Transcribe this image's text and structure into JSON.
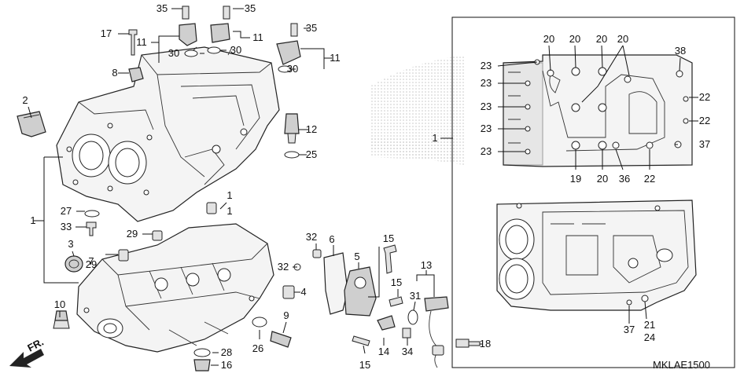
{
  "diagram": {
    "figure_code": "MKLAE1500",
    "direction_label": "FR.",
    "callouts": [
      "35",
      "35",
      "17",
      "11",
      "11",
      "30",
      "30",
      "35",
      "11",
      "30",
      "8",
      "2",
      "12",
      "25",
      "1",
      "27",
      "33",
      "1",
      "29",
      "3",
      "7",
      "1",
      "29",
      "32",
      "32",
      "6",
      "5",
      "15",
      "15",
      "13",
      "4",
      "31",
      "10",
      "9",
      "26",
      "28",
      "16",
      "14",
      "34",
      "15",
      "18",
      "20",
      "20",
      "20",
      "20",
      "23",
      "38",
      "23",
      "23",
      "22",
      "23",
      "22",
      "1",
      "23",
      "37",
      "19",
      "20",
      "36",
      "22",
      "37",
      "21",
      "24"
    ]
  }
}
